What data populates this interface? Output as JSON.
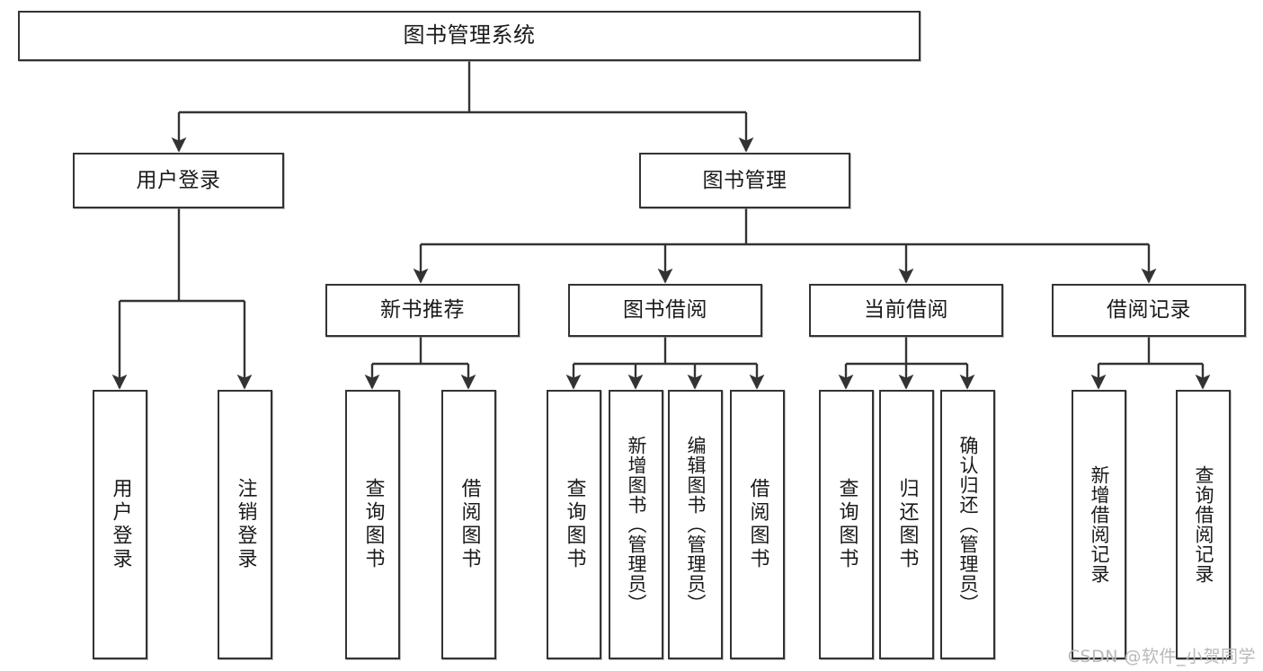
{
  "diagram": {
    "title": "图书管理系统",
    "type": "tree-hierarchy",
    "style": {
      "box_border_color": "#333333",
      "box_fill_color": "#ffffff",
      "line_color": "#333333",
      "text_color": "#1a1a1a",
      "background_color": "#ffffff",
      "watermark_color": "#b9b9b9"
    }
  },
  "watermark": {
    "text": "CSDN @软件_小贺同学"
  },
  "nodes": {
    "root": {
      "label": "图书管理系统"
    },
    "level2": [
      {
        "id": "user-login",
        "label": "用户登录"
      },
      {
        "id": "book-manage",
        "label": "图书管理"
      }
    ],
    "level3": [
      {
        "id": "new-book-recommend",
        "label": "新书推荐"
      },
      {
        "id": "book-borrow",
        "label": "图书借阅"
      },
      {
        "id": "current-borrow",
        "label": "当前借阅"
      },
      {
        "id": "borrow-record",
        "label": "借阅记录"
      }
    ],
    "leaves": {
      "user-login": [
        {
          "id": "leaf-user-login",
          "label": "用户登录"
        },
        {
          "id": "leaf-user-logout",
          "label": "注销登录"
        }
      ],
      "new-book-recommend": [
        {
          "id": "leaf-query-book-1",
          "label": "查询图书"
        },
        {
          "id": "leaf-borrow-book-1",
          "label": "借阅图书"
        }
      ],
      "book-borrow": [
        {
          "id": "leaf-query-book-2",
          "label": "查询图书"
        },
        {
          "id": "leaf-add-book",
          "label": "新增图书（管理员）"
        },
        {
          "id": "leaf-edit-book",
          "label": "编辑图书（管理员）"
        },
        {
          "id": "leaf-borrow-book-2",
          "label": "借阅图书"
        }
      ],
      "current-borrow": [
        {
          "id": "leaf-query-book-3",
          "label": "查询图书"
        },
        {
          "id": "leaf-return-book",
          "label": "归还图书"
        },
        {
          "id": "leaf-confirm-return",
          "label": "确认归还（管理员）"
        }
      ],
      "borrow-record": [
        {
          "id": "leaf-add-record",
          "label": "新增借阅记录"
        },
        {
          "id": "leaf-query-record",
          "label": "查询借阅记录"
        }
      ]
    }
  }
}
